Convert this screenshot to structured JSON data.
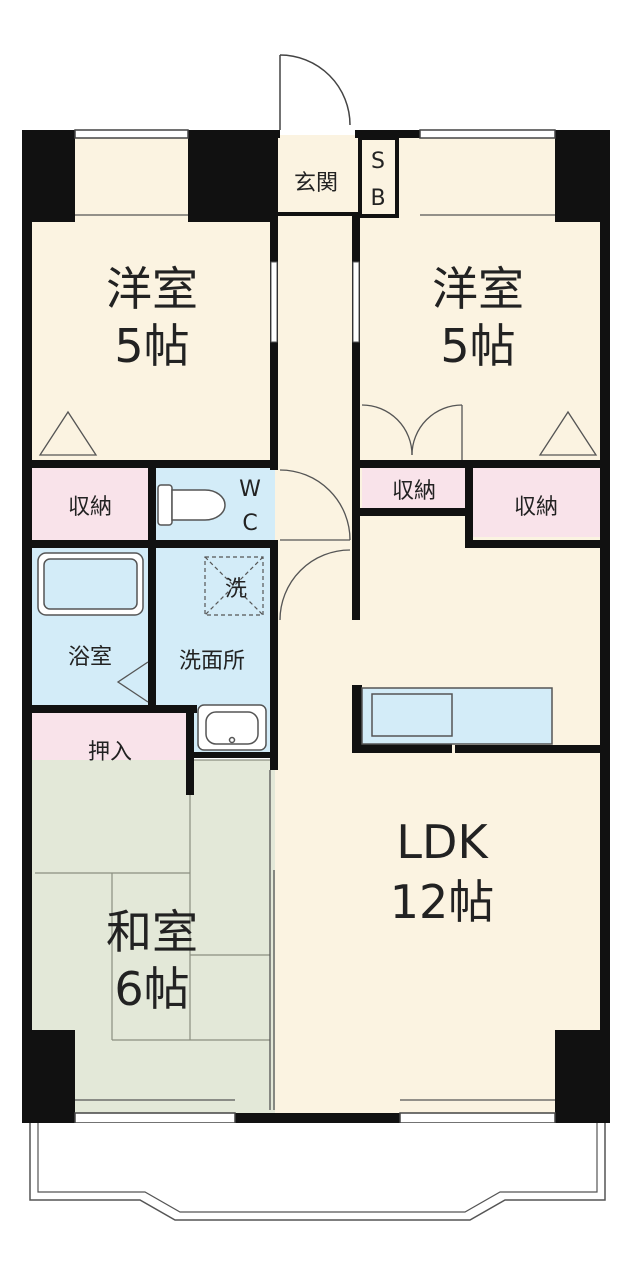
{
  "rooms": {
    "western_left": {
      "name": "洋室",
      "size": "5帖"
    },
    "western_right": {
      "name": "洋室",
      "size": "5帖"
    },
    "japanese": {
      "name": "和室",
      "size": "6帖"
    },
    "ldk": {
      "name": "LDK",
      "size": "12帖"
    }
  },
  "small_labels": {
    "entrance": "玄関",
    "shoe_box_top": "S",
    "shoe_box_bottom": "B",
    "storage_left": "収納",
    "storage_mid": "収納",
    "storage_right": "収納",
    "wc_top": "W",
    "wc_bottom": "C",
    "washing": "洗",
    "bath": "浴室",
    "washroom": "洗面所",
    "closet": "押入"
  },
  "colors": {
    "wall": "#111111",
    "floor_cream": "#fbf3e1",
    "storage_pink": "#f9e3ea",
    "water_blue": "#d3ecf8",
    "tatami_green": "#e3e8d8",
    "line": "#555555"
  }
}
